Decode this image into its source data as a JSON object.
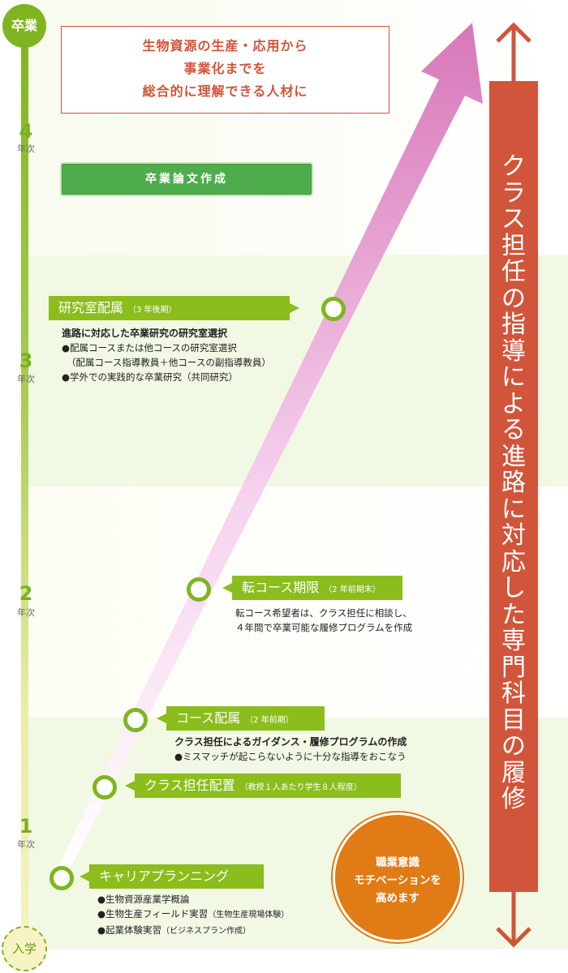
{
  "timeline": {
    "graduation": "卒業",
    "entry": "入学",
    "years": [
      {
        "num": "4",
        "label": "年次"
      },
      {
        "num": "3",
        "label": "年次"
      },
      {
        "num": "2",
        "label": "年次"
      },
      {
        "num": "1",
        "label": "年次"
      }
    ]
  },
  "goal": {
    "line1": "生物資源の生産・応用から",
    "line2": "事業化までを",
    "line3": "総合的に理解できる人材に"
  },
  "thesis": "卒業論文作成",
  "lab": {
    "title": "研究室配属",
    "note": "（3 年後期）",
    "heading": "進路に対応した卒業研究の研究室選択",
    "lines": [
      "●配属コースまたは他コースの研究室選択",
      "（配属コース指導教員＋他コースの副指導教員）",
      "●学外での実践的な卒業研究（共同研究）"
    ]
  },
  "transfer": {
    "title": "転コース期限",
    "note": "（2 年前期末）",
    "lines": [
      "転コース希望者は、クラス担任に相談し、",
      "４年間で卒業可能な履修プログラムを作成"
    ]
  },
  "course": {
    "title": "コース配属",
    "note": "（2 年前期）",
    "heading": "クラス担任によるガイダンス・履修プログラムの作成",
    "lines": [
      "●ミスマッチが起こらないように十分な指導をおこなう"
    ]
  },
  "homeroom": {
    "title": "クラス担任配置",
    "note": "（教授１人あたり学生８人程度）"
  },
  "career": {
    "title": "キャリアプランニング",
    "lines": [
      "●生物資源産業学概論",
      "●生物生産フィールド実習",
      "●起業体験実習"
    ],
    "notes": [
      "",
      "（生物生産現場体験）",
      "（ビジネスプラン作成）"
    ]
  },
  "motivation": {
    "line1": "職業意識",
    "line2": "モチベーションを",
    "line3": "高めます"
  },
  "side_bar": {
    "text": "クラス担任の指導による進路に対応した専門科目の履修"
  },
  "colors": {
    "green": "#7fb520",
    "dark_green": "#4eac4c",
    "red": "#d1553a",
    "orange": "#e07b16",
    "pink": "#e07bbf"
  }
}
